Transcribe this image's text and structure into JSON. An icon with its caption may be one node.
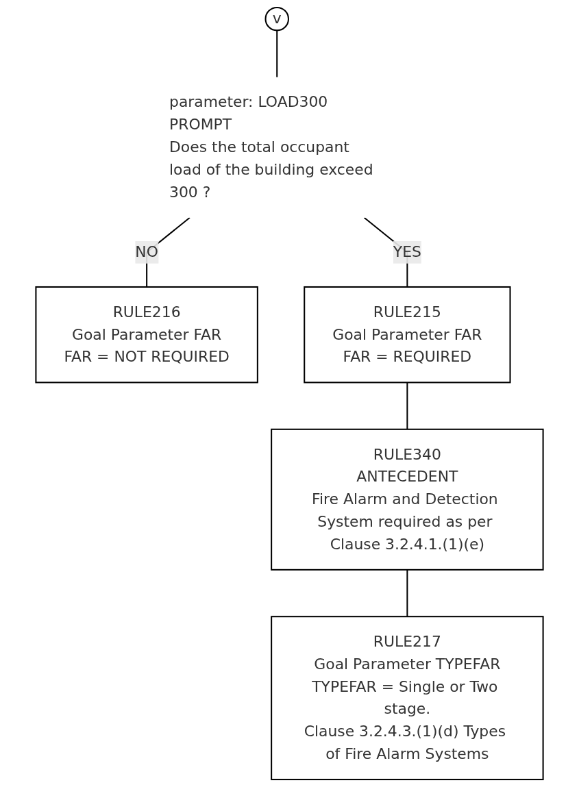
{
  "diagram": {
    "nodes": [
      {
        "text": [
          "v"
        ]
      },
      {
        "text": [
          "parameter: LOAD300",
          "PROMPT",
          "Does the total occupant load of the building exceed 300 ?"
        ]
      },
      {
        "text": [
          "RULE216",
          "Goal Parameter FAR",
          "FAR = NOT REQUIRED"
        ]
      },
      {
        "text": [
          "RULE215",
          "Goal Parameter FAR",
          "FAR = REQUIRED"
        ]
      },
      {
        "text": [
          "RULE340",
          "ANTECEDENT",
          "Fire Alarm and Detection System required as per Clause 3.2.4.1.(1)(e)"
        ]
      },
      {
        "text": [
          "RULE217",
          "Goal Parameter TYPEFAR",
          "TYPEFAR = Single or Two stage.",
          "Clause 3.2.4.3.(1)(d) Types of Fire Alarm Systems"
        ]
      }
    ],
    "edges": [
      {
        "from": 0,
        "to": 1,
        "arrow": "none"
      },
      {
        "from": 1,
        "to": 2,
        "arrow": "none",
        "label": "NO"
      },
      {
        "from": 1,
        "to": 3,
        "arrow": "none",
        "label": "YES"
      },
      {
        "from": 3,
        "to": 4,
        "arrow": "none"
      },
      {
        "from": 4,
        "to": 5,
        "arrow": "none"
      }
    ]
  }
}
